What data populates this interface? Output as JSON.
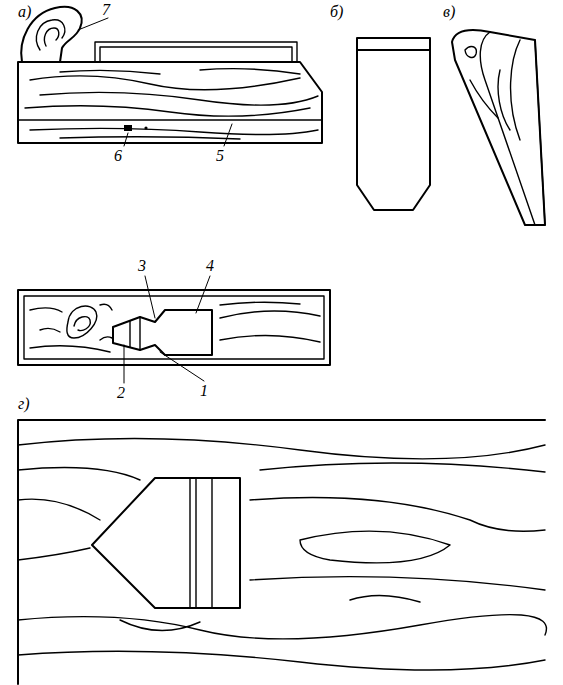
{
  "diagram": {
    "labels": [
      "а)",
      "7",
      "б)",
      "в)",
      "6",
      "5",
      "3",
      "4",
      "2",
      "1",
      "г)"
    ]
  }
}
